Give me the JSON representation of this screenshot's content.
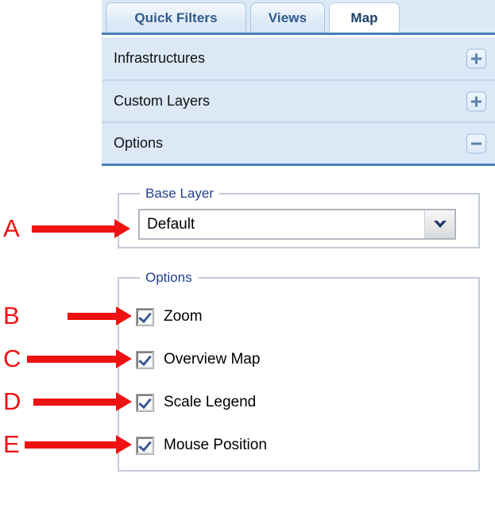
{
  "tabs": [
    {
      "id": "quick-filters",
      "label": "Quick Filters",
      "active": false
    },
    {
      "id": "views",
      "label": "Views",
      "active": false
    },
    {
      "id": "map",
      "label": "Map",
      "active": true
    }
  ],
  "accordion": {
    "rows": [
      {
        "id": "infrastructures",
        "label": "Infrastructures",
        "toggle_icon": "plus-icon",
        "expanded": false
      },
      {
        "id": "custom-layers",
        "label": "Custom Layers",
        "toggle_icon": "plus-icon",
        "expanded": false
      },
      {
        "id": "options",
        "label": "Options",
        "toggle_icon": "minus-icon",
        "expanded": true
      }
    ]
  },
  "base_layer": {
    "legend": "Base Layer",
    "selected": "Default",
    "dropdown_icon": "chevron-down-icon"
  },
  "options": {
    "legend": "Options",
    "checkboxes": [
      {
        "id": "zoom",
        "label": "Zoom",
        "checked": true
      },
      {
        "id": "overview-map",
        "label": "Overview Map",
        "checked": true
      },
      {
        "id": "scale-legend",
        "label": "Scale Legend",
        "checked": true
      },
      {
        "id": "mouse-position",
        "label": "Mouse Position",
        "checked": true
      }
    ]
  },
  "annotations": [
    {
      "id": "a",
      "letter": "A",
      "points_to": "base-layer-select"
    },
    {
      "id": "b",
      "letter": "B",
      "points_to": "checkbox-zoom"
    },
    {
      "id": "c",
      "letter": "C",
      "points_to": "checkbox-overview-map"
    },
    {
      "id": "d",
      "letter": "D",
      "points_to": "checkbox-scale-legend"
    },
    {
      "id": "e",
      "letter": "E",
      "points_to": "checkbox-mouse-position"
    }
  ],
  "colors": {
    "annotation_red": "#ef1212",
    "tab_text": "#2e5a8e",
    "panel_blue": "#dce8f6",
    "accent_border": "#4a7ebb",
    "legend_text": "#23408e"
  }
}
